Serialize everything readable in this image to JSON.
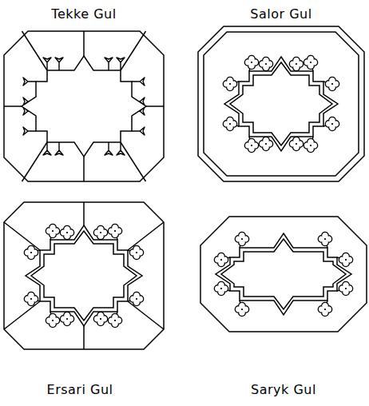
{
  "diagram": {
    "labels": [
      "Tekke Gul",
      "Salor Gul",
      "Ersari Gul",
      "Saryk Gul"
    ]
  }
}
